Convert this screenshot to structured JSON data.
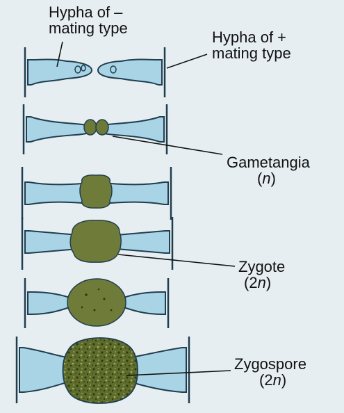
{
  "labels": {
    "minus_hypha_line1": "Hypha of –",
    "minus_hypha_line2": "mating type",
    "plus_hypha_line1": "Hypha of +",
    "plus_hypha_line2": "mating type",
    "gametangia_name": "Gametangia",
    "gametangia_ploidy_open": "(",
    "gametangia_ploidy_n": "n",
    "gametangia_ploidy_close": ")",
    "zygote_name": "Zygote",
    "zygote_ploidy_open": "(2",
    "zygote_ploidy_n": "n",
    "zygote_ploidy_close": ")",
    "zygospore_name": "Zygospore",
    "zygospore_ploidy_open": "(2",
    "zygospore_ploidy_n": "n",
    "zygospore_ploidy_close": ")"
  },
  "colors": {
    "background": "#e7eef1",
    "hypha_fill": "#a9d4e6",
    "hypha_outline": "#1f3e50",
    "gametangia_fill": "#6d7a37",
    "zygote_fill": "#6f7c39",
    "zygospore_fill": "#5f6d2c",
    "leader_line": "#111111"
  }
}
